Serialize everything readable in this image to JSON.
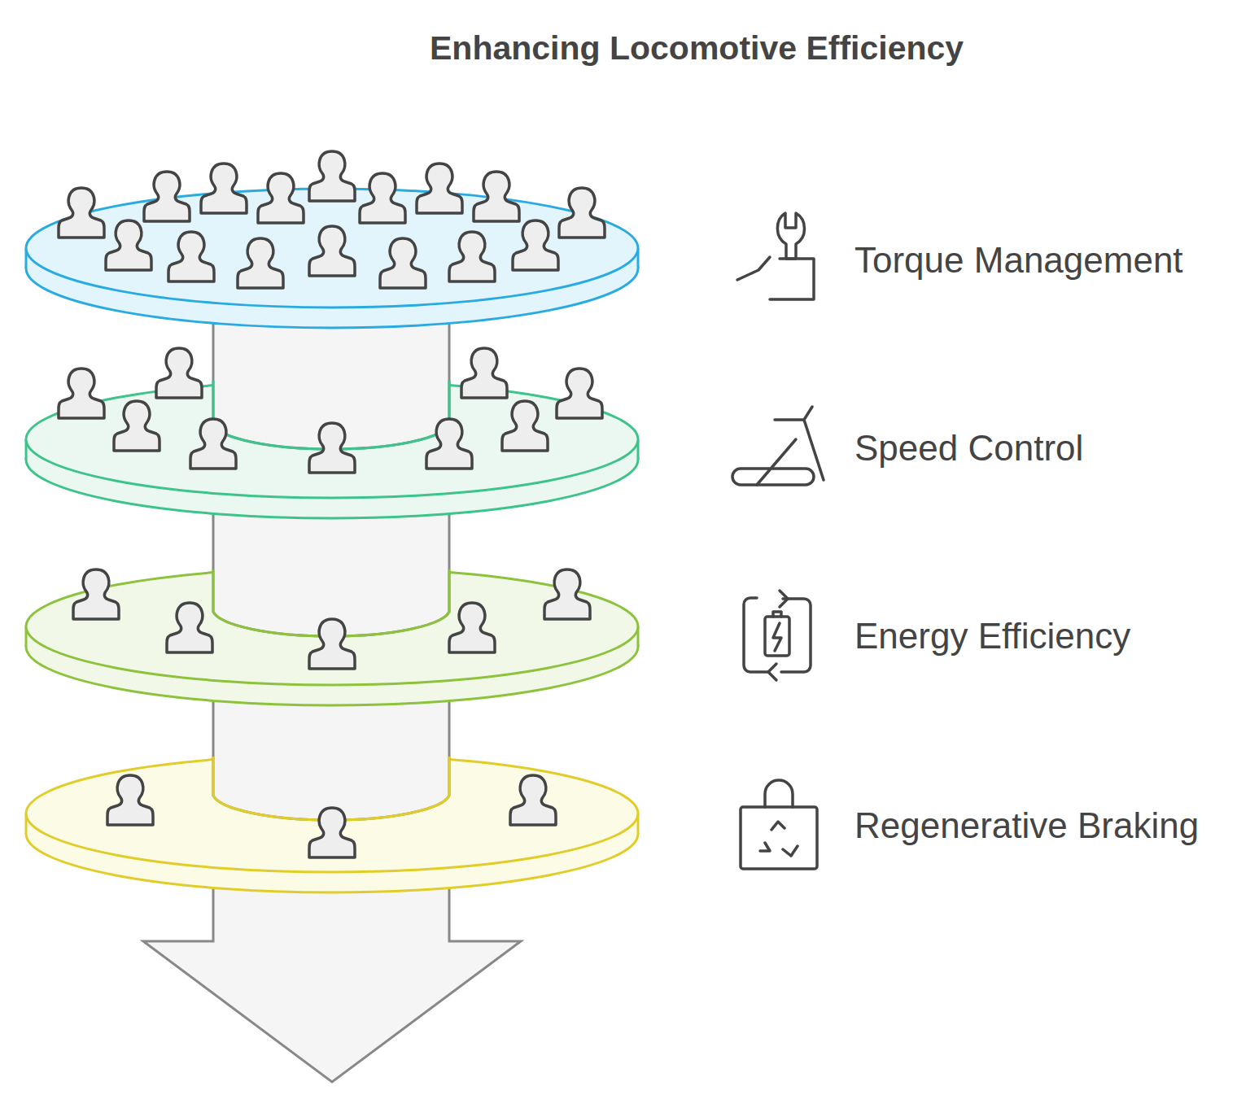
{
  "diagram": {
    "title": "Enhancing Locomotive Efficiency",
    "labels": [
      "Torque Management",
      "Speed Control",
      "Energy Efficiency",
      "Regenerative Braking"
    ]
  }
}
